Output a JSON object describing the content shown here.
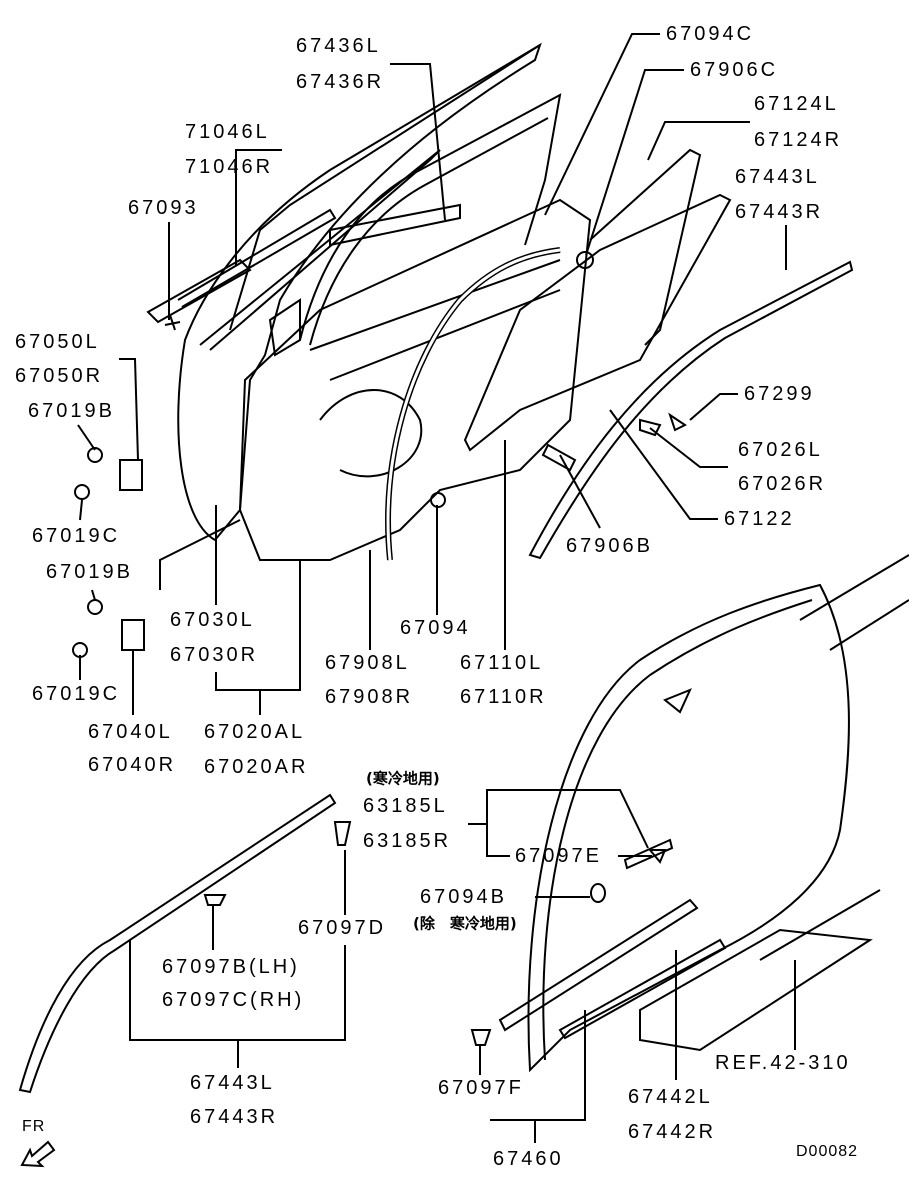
{
  "diagram_code": "D00082",
  "direction_label": "FR",
  "labels": {
    "p67436L": "67436L",
    "p67436R": "67436R",
    "p71046L": "71046L",
    "p71046R": "71046R",
    "p67093": "67093",
    "p67094C": "67094C",
    "p67906C": "67906C",
    "p67124L": "67124L",
    "p67124R": "67124R",
    "p67443L_top": "67443L",
    "p67443R_top": "67443R",
    "p67050L": "67050L",
    "p67050R": "67050R",
    "p67019B_a": "67019B",
    "p67299": "67299",
    "p67026L": "67026L",
    "p67026R": "67026R",
    "p67122": "67122",
    "p67906B": "67906B",
    "p67019C_a": "67019C",
    "p67019B_b": "67019B",
    "p67030L": "67030L",
    "p67030R": "67030R",
    "p67094": "67094",
    "p67908L": "67908L",
    "p67908R": "67908R",
    "p67110L": "67110L",
    "p67110R": "67110R",
    "p67019C_b": "67019C",
    "p67040L": "67040L",
    "p67040R": "67040R",
    "p67020AL": "67020AL",
    "p67020AR": "67020AR",
    "note_cold": "(寒冷地用)",
    "p63185L": "63185L",
    "p63185R": "63185R",
    "p67097E": "67097E",
    "p67094B": "67094B",
    "note_except_cold": "(除　寒冷地用)",
    "p67097D": "67097D",
    "p67097B": "67097B(LH)",
    "p67097C": "67097C(RH)",
    "ref": "REF.42-310",
    "p67443L_bot": "67443L",
    "p67443R_bot": "67443R",
    "p67097F": "67097F",
    "p67442L": "67442L",
    "p67442R": "67442R",
    "p67460": "67460"
  }
}
